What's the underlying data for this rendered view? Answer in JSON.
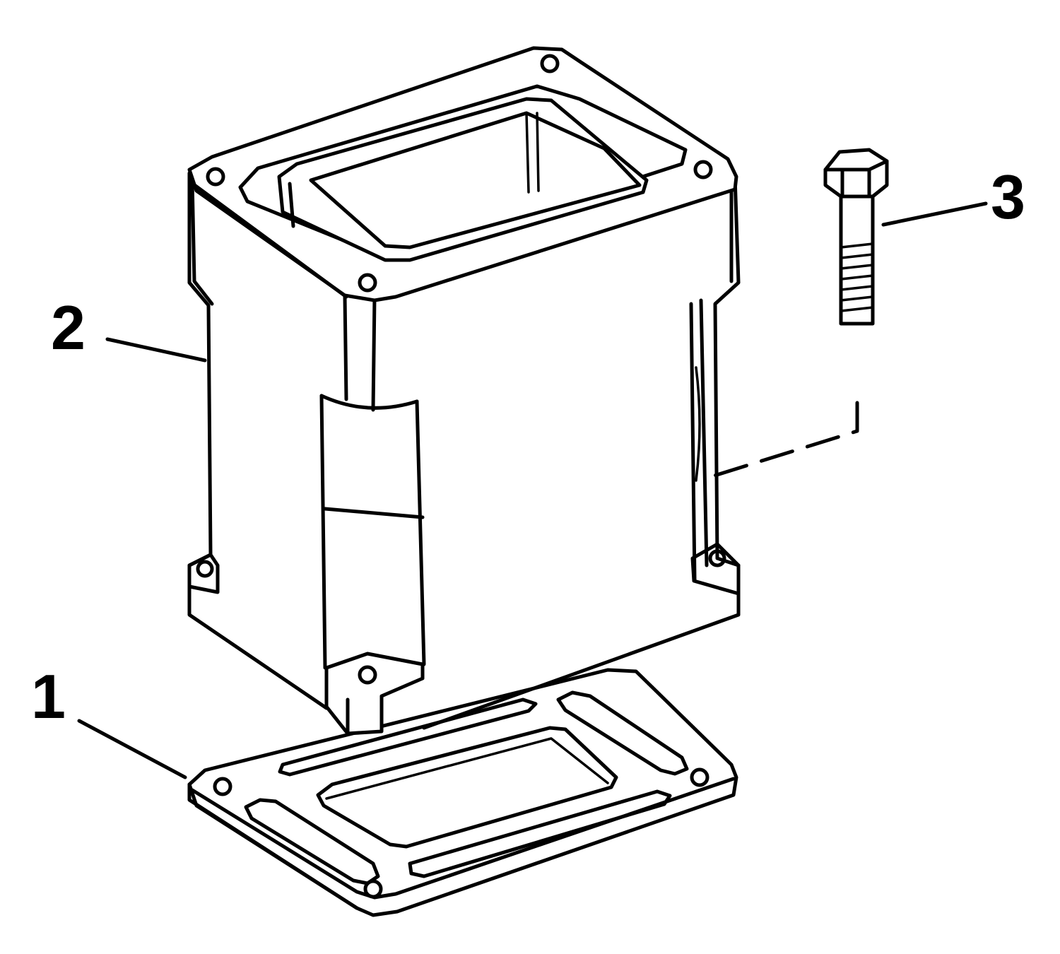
{
  "callouts": {
    "gasket": "1",
    "spacer_housing": "2",
    "bolt": "3"
  },
  "colors": {
    "ink": "#000000",
    "paper": "#ffffff"
  }
}
